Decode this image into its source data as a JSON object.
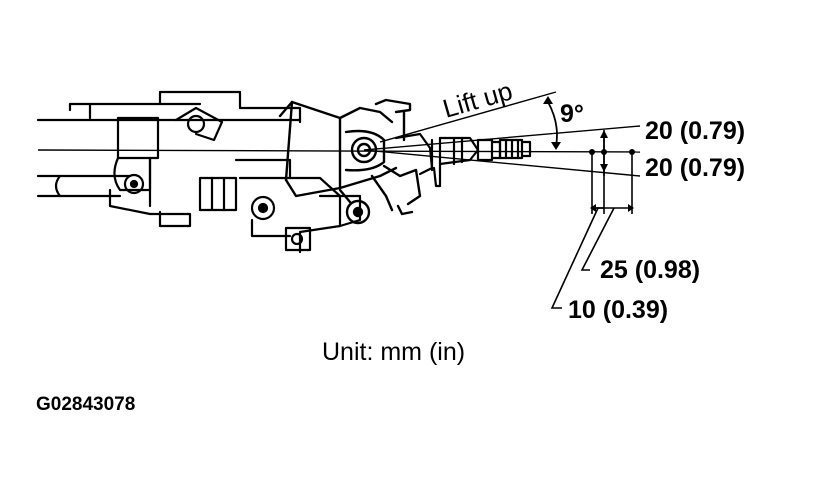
{
  "annotations": {
    "lift": "Lift up",
    "angle": "9°",
    "dim_upper": "20 (0.79)",
    "dim_lower": "20 (0.79)",
    "dim_25": "25 (0.98)",
    "dim_10": "10 (0.39)"
  },
  "unit_label": "Unit:  mm  (in)",
  "figure_id": "G02843078",
  "colors": {
    "ink": "#000000",
    "background": "#ffffff"
  }
}
